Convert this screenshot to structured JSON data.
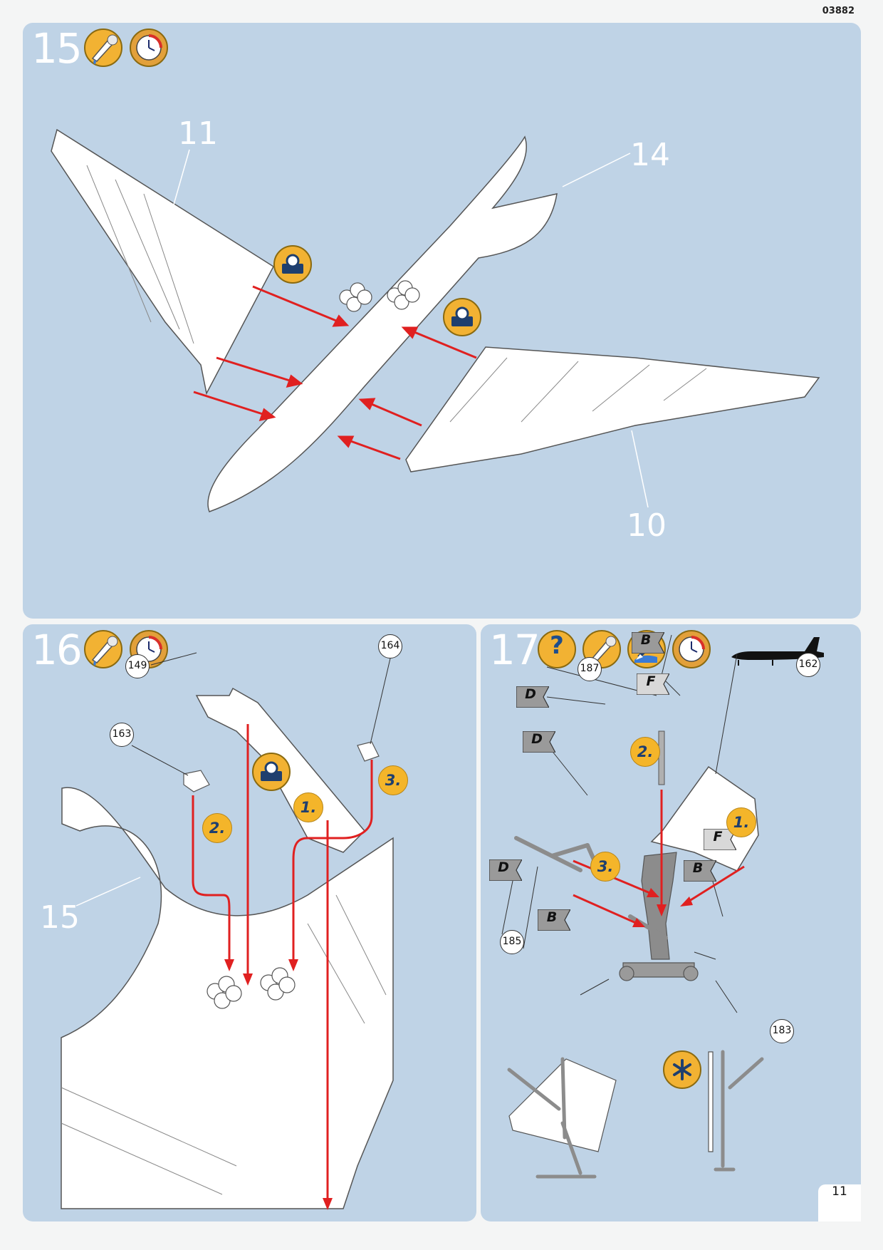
{
  "document_code": "03882",
  "page_number": "11",
  "colors": {
    "panel_bg": "#bfd3e6",
    "arrow": "#e02020",
    "badge": "#f2b233",
    "part_fill": "#ffffff",
    "gear_part": "#8c8c8c"
  },
  "steps": [
    {
      "number": "15",
      "icons": [
        "glue-icon",
        "clock-icon"
      ],
      "part_labels": [
        "11",
        "14",
        "10"
      ],
      "tape_icons": 2
    },
    {
      "number": "16",
      "icons": [
        "glue-icon",
        "clock-icon"
      ],
      "part_labels": [
        "15"
      ],
      "part_callouts": [
        "149",
        "164",
        "163"
      ],
      "sequence": [
        "1.",
        "2.",
        "3."
      ],
      "tape_icons": 1
    },
    {
      "number": "17",
      "icons": [
        "question-icon",
        "glue-icon",
        "paint-brush-icon",
        "clock-icon",
        "airplane-silhouette-icon"
      ],
      "part_callouts": [
        "187",
        "162",
        "185",
        "183"
      ],
      "sequence": [
        "1.",
        "2.",
        "3."
      ],
      "color_flags": [
        "B",
        "F",
        "D",
        "D",
        "F",
        "D",
        "B",
        "B"
      ],
      "note_icon": "asterisk-icon"
    }
  ]
}
